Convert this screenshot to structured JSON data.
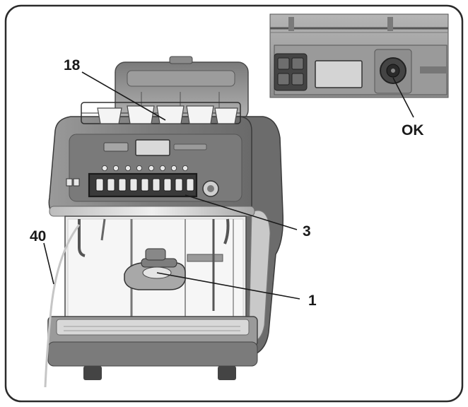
{
  "figure": {
    "callouts": {
      "c18": "18",
      "cok": "OK",
      "c40": "40",
      "c3": "3",
      "c1": "1"
    },
    "colors": {
      "frame": "#2b2b2b",
      "body": "#8a8a8a",
      "body_dark": "#5f5f5f",
      "panel": "#3a3a3a",
      "chrome": "#d6d6d6",
      "glass": "#b8b8b8",
      "highlight": "#1a1a1a"
    }
  }
}
